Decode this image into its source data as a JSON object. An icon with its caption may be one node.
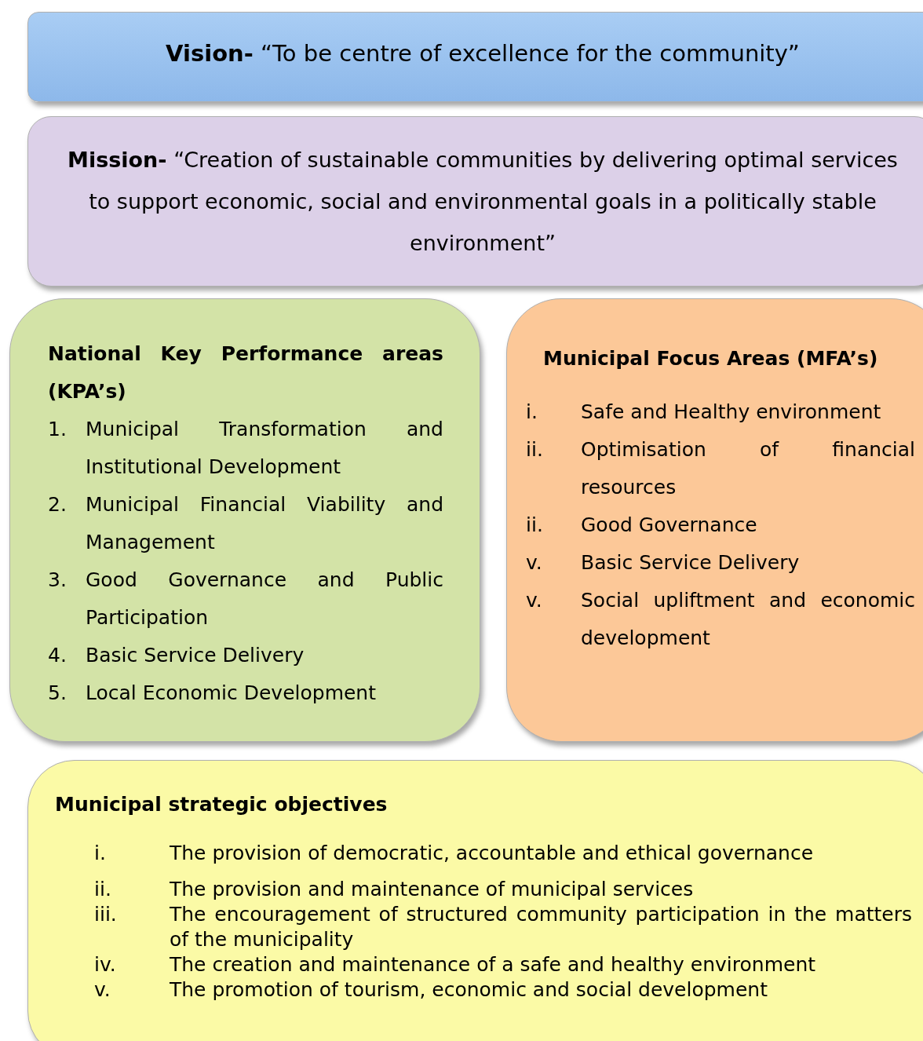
{
  "diagram": {
    "nodes": [
      {
        "text": [
          "**Vision-** “To be centre of excellence for the community”"
        ]
      },
      {
        "text": [
          "**Mission-** “Creation of sustainable communities by delivering optimal services to support economic, social and environmental goals in a politically stable environment”"
        ]
      },
      {
        "text": [
          "National Key Performance areas (KPA’s)",
          "1. Municipal Transformation and Institutional Development",
          "2. Municipal Financial Viability and Management",
          "3. Good Governance and Public Participation",
          "4. Basic Service Delivery",
          "5. Local Economic Development"
        ]
      },
      {
        "text": [
          "Municipal Focus Areas (MFA’s)",
          "i. Safe and Healthy environment",
          "ii. Optimisation of financial resources",
          "ii. Good Governance",
          "v. Basic Service Delivery",
          "v. Social upliftment and economic development"
        ]
      },
      {
        "text": [
          "Municipal strategic objectives",
          "i. The provision of democratic, accountable and ethical governance",
          "ii. The provision and maintenance of municipal services",
          "iii. The encouragement of structured community participation in the matters of the municipality",
          "iv. The creation and maintenance of a safe and healthy environment",
          "v. The promotion of tourism, economic and social development"
        ]
      }
    ]
  }
}
